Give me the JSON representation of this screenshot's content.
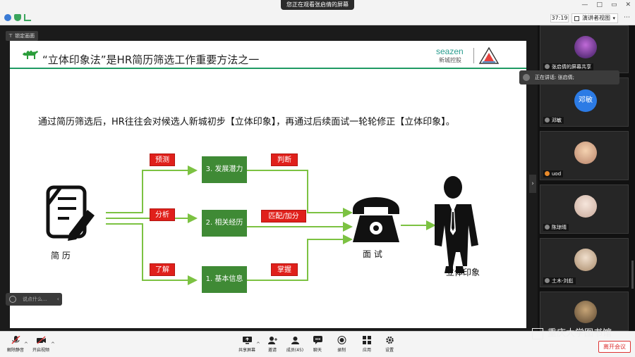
{
  "meeting": {
    "share_banner": "您正在观看张启倩的屏幕",
    "timer": "37:19",
    "view_mode": "演讲者视图",
    "pin_label": "锁定画面",
    "pin_glyph": "⊤",
    "chat_placeholder": "说点什么...",
    "speaker_tip": "正在讲话: 张启倩;"
  },
  "slide": {
    "title": "“立体印象法”是HR简历筛选工作重要方法之一",
    "logo_en": "seazen",
    "logo_cn": "新城控股",
    "intro": "通过简历筛选后，HR往往会对候选人新城初步【立体印象】，再通过后续面试一轮轮修正【立体印象】。",
    "resume_label": "简  历",
    "interview_label": "面  试",
    "result_label": "立体印象",
    "left_tags": [
      "预测",
      "分析",
      "了解"
    ],
    "center_boxes": [
      "3. 发展潜力",
      "2. 相关经历",
      "1. 基本信息"
    ],
    "right_tags": [
      "判断",
      "匹配/加分",
      "掌握"
    ],
    "accent_red": "#e0201b",
    "accent_green": "#3f8a35",
    "arrow_green": "#7cc242"
  },
  "participants": [
    {
      "name": "张启倩的屏幕共享",
      "avatar": "photo"
    },
    {
      "name": "邓敏",
      "avatar_text": "邓敏"
    },
    {
      "name": "uod",
      "avatar": "photo"
    },
    {
      "name": "陈琼晴",
      "avatar": "photo"
    },
    {
      "name": "土木-刘彪",
      "avatar": "photo"
    },
    {
      "name": "",
      "avatar": "photo"
    }
  ],
  "watermark": "重庆大学图书馆",
  "toolbar": {
    "mute": "解除静音",
    "video": "开启视频",
    "share": "共享屏幕",
    "invite": "邀请",
    "members": "成员(45)",
    "chat": "聊天",
    "record": "录制",
    "apps": "应用",
    "settings": "设置",
    "leave": "离开会议"
  },
  "window": {
    "minimize": "—",
    "maximize": "□",
    "restore": "▭",
    "close": "✕"
  }
}
